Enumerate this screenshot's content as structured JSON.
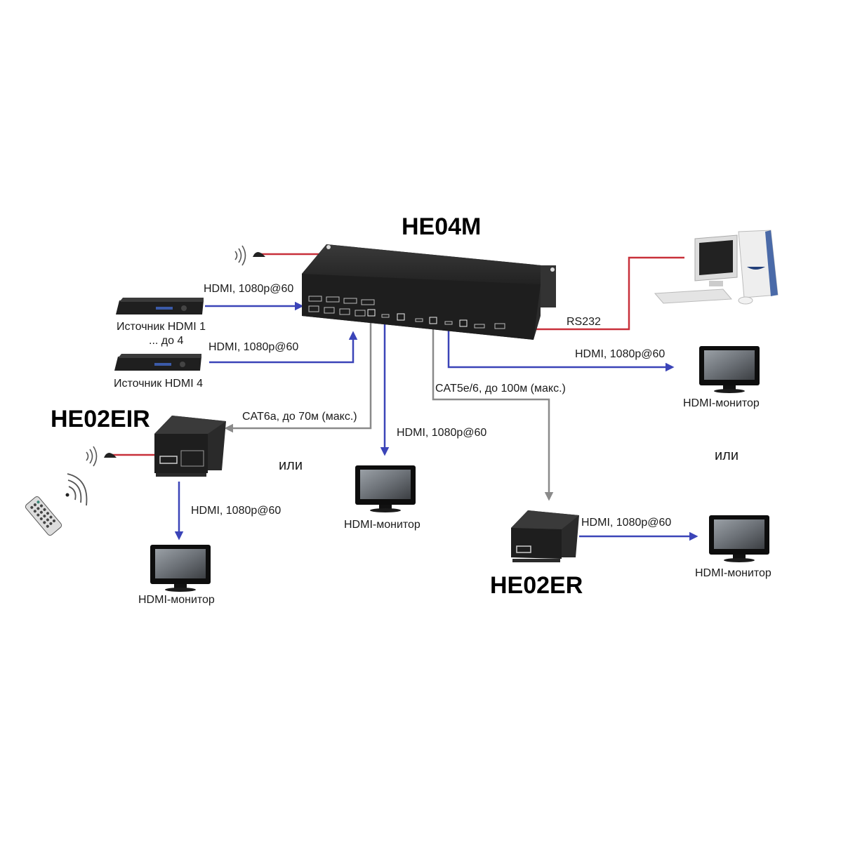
{
  "devices": {
    "matrix": {
      "name": "HE04M"
    },
    "eir": {
      "name": "HE02EIR"
    },
    "er": {
      "name": "HE02ER"
    }
  },
  "sources": {
    "source1": "Источник HDMI 1",
    "range": "...  до 4",
    "source4": "Источник HDMI 4"
  },
  "cables": {
    "hdmi_in_1": "HDMI, 1080p@60",
    "hdmi_in_4": "HDMI, 1080p@60",
    "rs232": "RS232",
    "hdmi_out_right": "HDMI, 1080p@60",
    "cat6a": "CAT6a, до 70м (макс.)",
    "hdmi_out_center": "HDMI, 1080p@60",
    "cat5e": "CAT5e/6, до 100м (макс.)",
    "hdmi_out_eir": "HDMI, 1080p@60",
    "hdmi_out_er": "HDMI, 1080p@60"
  },
  "monitors": {
    "right": "HDMI-монитор",
    "center": "HDMI-монитор",
    "eir": "HDMI-монитор",
    "er": "HDMI-монитор"
  },
  "or_labels": {
    "left": "или",
    "right": "или"
  },
  "colors": {
    "hdmi": "#3b44b8",
    "cat": "#8a8a8a",
    "control": "#c8303a",
    "device": "#2a2a2a"
  }
}
